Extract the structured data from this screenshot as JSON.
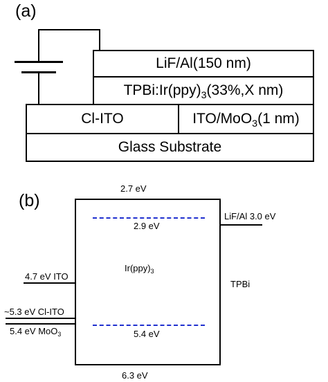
{
  "panel_a": {
    "label": "(a)",
    "layers": {
      "top": "LiF/Al(150 nm)",
      "emissive_pre": "TPBi:Ir(ppy)",
      "emissive_sub": "3",
      "emissive_post": "(33%,X nm)",
      "anode_left": "Cl-ITO",
      "anode_right_pre": "ITO/MoO",
      "anode_right_sub": "3",
      "anode_right_post": "(1 nm)",
      "substrate": "Glass Substrate"
    }
  },
  "panel_b": {
    "label": "(b)",
    "levels": {
      "tpbi_lumo": "2.7  eV",
      "irppy_lumo": "2.9 eV",
      "irppy_homo": "5.4 eV",
      "tpbi_homo": "6.3  eV",
      "lif_al": "LiF/Al 3.0 eV",
      "ito": "4.7 eV  ITO",
      "cl_ito": "~5.3 eV Cl-ITO",
      "moo3_pre": "5.4 eV MoO",
      "moo3_sub": "3"
    },
    "materials": {
      "emitter_pre": "Ir(ppy)",
      "emitter_sub": "3",
      "host": "TPBi"
    }
  }
}
